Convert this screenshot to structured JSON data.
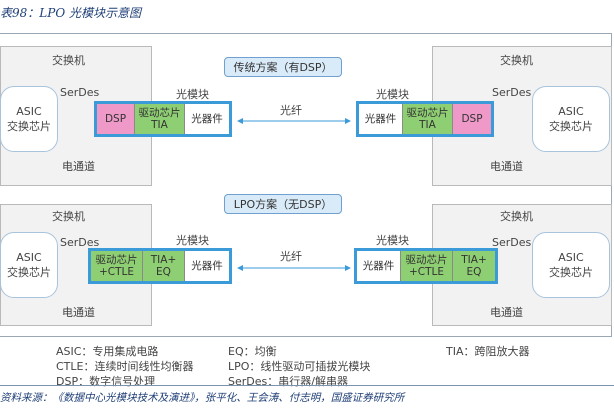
{
  "figure_title": "表98：LPO 光模块示意图",
  "sections": [
    {
      "caption": "传统方案（有DSP）",
      "module_label": "光模块",
      "fiber_label": "光纤",
      "left": {
        "switch_label": "交换机",
        "asic": [
          "ASIC",
          "交换芯片"
        ],
        "serdes_label": "SerDes",
        "channel_label": "电通道",
        "cells": [
          {
            "text": [
              "DSP"
            ],
            "color": "pink"
          },
          {
            "text": [
              "驱动芯片",
              "TIA"
            ],
            "color": "green"
          },
          {
            "text": [
              "光器件"
            ],
            "color": "white"
          }
        ]
      },
      "right": {
        "switch_label": "交换机",
        "asic": [
          "ASIC",
          "交换芯片"
        ],
        "serdes_label": "SerDes",
        "channel_label": "电通道",
        "cells": [
          {
            "text": [
              "光器件"
            ],
            "color": "white"
          },
          {
            "text": [
              "驱动芯片",
              "TIA"
            ],
            "color": "green"
          },
          {
            "text": [
              "DSP"
            ],
            "color": "pink"
          }
        ]
      }
    },
    {
      "caption": "LPO方案（无DSP）",
      "module_label": "光模块",
      "fiber_label": "光纤",
      "left": {
        "switch_label": "交换机",
        "asic": [
          "ASIC",
          "交换芯片"
        ],
        "serdes_label": "SerDes",
        "channel_label": "电通道",
        "cells": [
          {
            "text": [
              "驱动芯片",
              "+CTLE"
            ],
            "color": "green"
          },
          {
            "text": [
              "TIA+",
              "EQ"
            ],
            "color": "green"
          },
          {
            "text": [
              "光器件"
            ],
            "color": "white"
          }
        ]
      },
      "right": {
        "switch_label": "交换机",
        "asic": [
          "ASIC",
          "交换芯片"
        ],
        "serdes_label": "SerDes",
        "channel_label": "电通道",
        "cells": [
          {
            "text": [
              "光器件"
            ],
            "color": "white"
          },
          {
            "text": [
              "驱动芯片",
              "+CTLE"
            ],
            "color": "green"
          },
          {
            "text": [
              "TIA+",
              "EQ"
            ],
            "color": "green"
          }
        ]
      }
    }
  ],
  "legend": [
    [
      "ASIC：专用集成电路",
      "EQ：均衡",
      "TIA：跨阻放大器"
    ],
    [
      "CTLE：连续时间线性均衡器",
      "LPO：线性驱动可插拔光模块",
      ""
    ],
    [
      "DSP：数字信号处理",
      "SerDes：串行器/解串器",
      ""
    ]
  ],
  "source": "资料来源：《数据中心光模块技术及演进》，张平化、王会涛、付志明，国盛证券研究所",
  "colors": {
    "pink": "#ee99c8",
    "green": "#8fcf73",
    "blue_border": "#3b9ad8",
    "caption_fill": "#d9ebf8"
  }
}
